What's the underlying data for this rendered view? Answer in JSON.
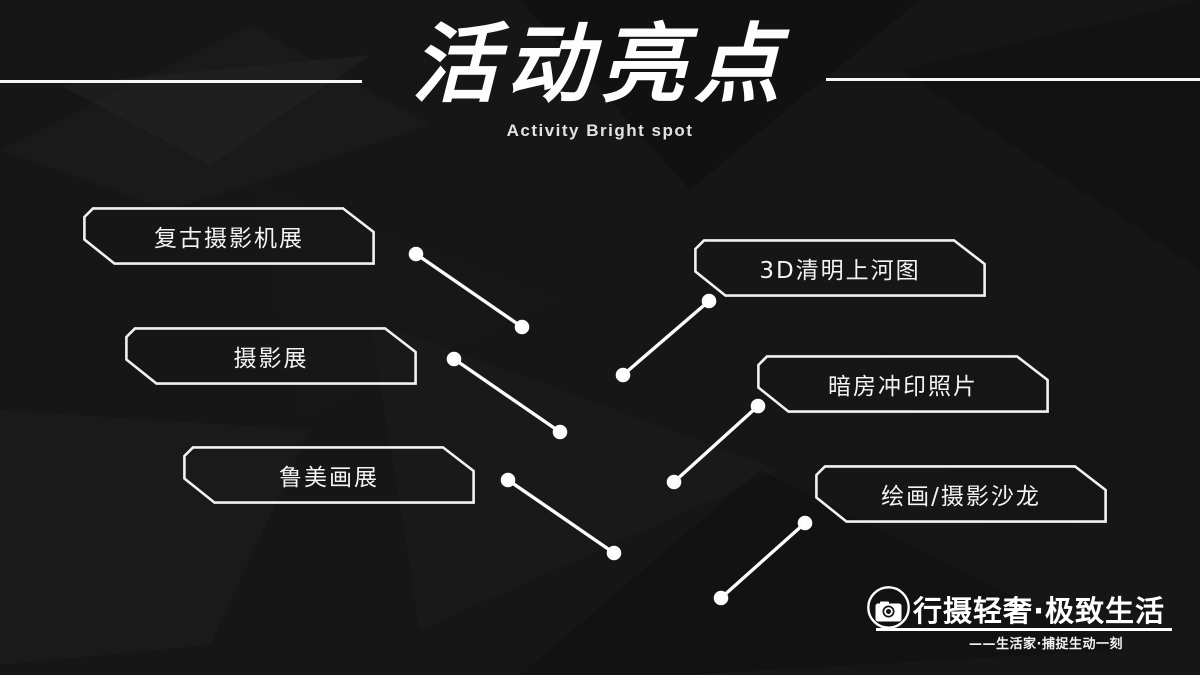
{
  "title": {
    "text": "活动亮点",
    "subtitle": "Activity Bright spot"
  },
  "boxes": [
    {
      "label": "复古摄影机展"
    },
    {
      "label": "摄影展"
    },
    {
      "label": "鲁美画展"
    },
    {
      "label": "3D清明上河图"
    },
    {
      "label": "暗房冲印照片"
    },
    {
      "label": "绘画/摄影沙龙"
    }
  ],
  "logo": {
    "brand": "行摄轻奢·极致生活",
    "tagline": "——生活家·捕捉生动一刻"
  },
  "colors": {
    "background": "#161616",
    "foreground": "#ffffff",
    "box_border": "#f2f2f2",
    "connector": "#fcfcfc"
  }
}
